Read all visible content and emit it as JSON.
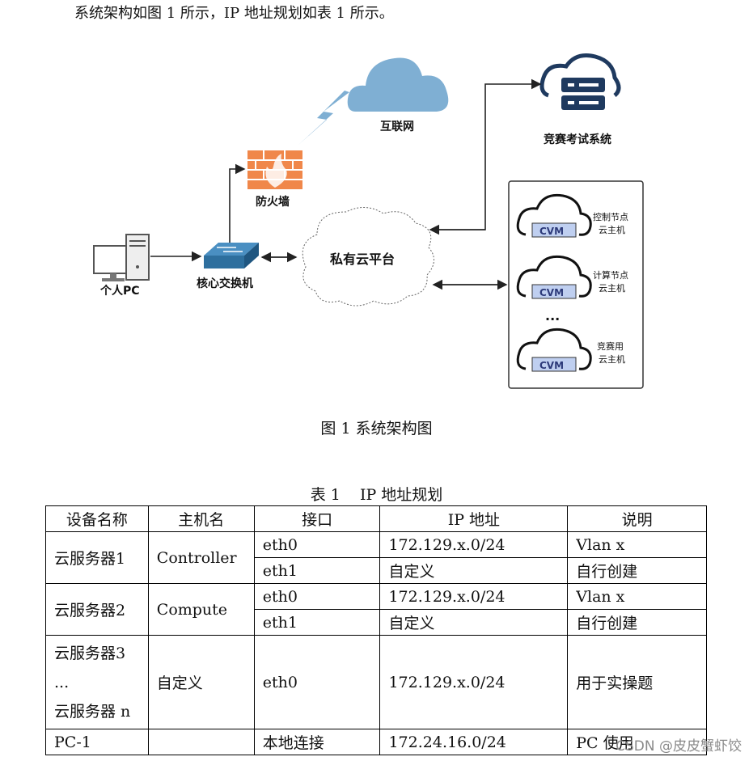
{
  "intro_text": "系统架构如图 1 所示，IP 地址规划如表 1 所示。",
  "diagram": {
    "nodes": {
      "internet": "互联网",
      "exam_system": "竞赛考试系统",
      "firewall": "防火墙",
      "pc": "个人PC",
      "core_switch": "核心交换机",
      "private_cloud": "私有云平台"
    },
    "vm_groups": [
      {
        "badge": "CVM",
        "label_line1": "控制节点",
        "label_line2": "云主机"
      },
      {
        "badge": "CVM",
        "label_line1": "计算节点",
        "label_line2": "云主机"
      },
      {
        "badge": "CVM",
        "label_line1": "竞赛用",
        "label_line2": "云主机"
      }
    ],
    "ellipsis": "...",
    "colors": {
      "cloud": "#7FAFD3",
      "firewall": "#F0874A",
      "switch": "#2E6F9E",
      "server": "#1F3A5F",
      "cvm_badge": "#BFCFF0"
    }
  },
  "figure_caption": "图 1 系统架构图",
  "table_caption": "表 1    IP 地址规划",
  "table": {
    "headers": [
      "设备名称",
      "主机名",
      "接口",
      "IP 地址",
      "说明"
    ],
    "rows": {
      "s1": {
        "device": "云服务器1",
        "host": "Controller",
        "if1": "eth0",
        "ip1": "172.129.x.0/24",
        "note1": "Vlan x",
        "if2": "eth1",
        "ip2": "自定义",
        "note2": "自行创建"
      },
      "s2": {
        "device": "云服务器2",
        "host": "Compute",
        "if1": "eth0",
        "ip1": "172.129.x.0/24",
        "note1": "Vlan x",
        "if2": "eth1",
        "ip2": "自定义",
        "note2": "自行创建"
      },
      "s3": {
        "device_line1": "云服务器3",
        "device_line2": "...",
        "device_line3": "云服务器 n",
        "host": "自定义",
        "if": "eth0",
        "ip": "172.129.x.0/24",
        "note": "用于实操题"
      },
      "pc": {
        "device": "PC-1",
        "host": "",
        "if": "本地连接",
        "ip": "172.24.16.0/24",
        "note": "PC 使用"
      }
    }
  },
  "watermark": "CSDN @皮皮蟹虾饺"
}
